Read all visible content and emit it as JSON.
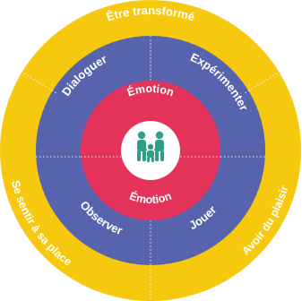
{
  "diagram": {
    "outer_ring": {
      "color": "#f6c90e",
      "labels": {
        "top": "Être transformé",
        "left": "Se sentir à sa place",
        "right": "Avoir du plaisir"
      }
    },
    "middle_ring": {
      "color": "#5863ad",
      "labels": {
        "top_left": "Dialoguer",
        "top_right": "Expérimenter",
        "bottom_left": "Observer",
        "bottom_right": "Jouer"
      }
    },
    "inner_ring": {
      "color": "#e4335b",
      "labels": {
        "top": "Émotion",
        "bottom": "Émotion"
      }
    },
    "center": {
      "disc_color": "#ffffff",
      "icon": "family-icon",
      "icon_color": "#2f9f86"
    },
    "divider_color": "#ffffff"
  }
}
